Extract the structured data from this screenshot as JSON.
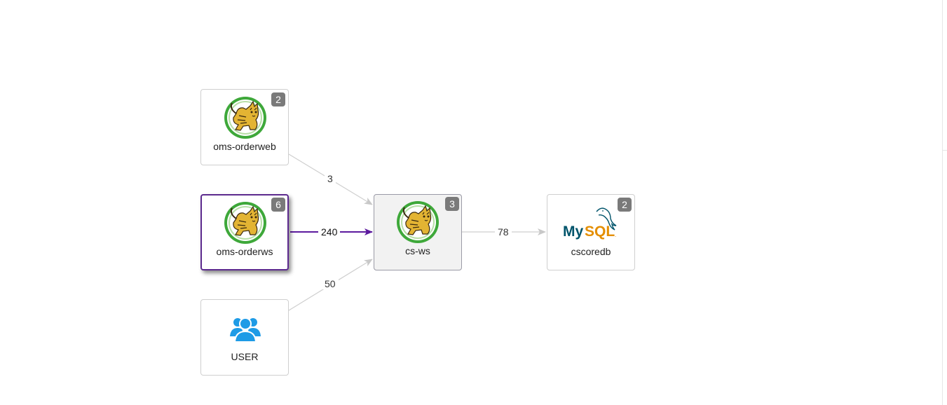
{
  "nodes": {
    "oms_orderweb": {
      "label": "oms-orderweb",
      "count": "2",
      "icon": "tomcat-icon"
    },
    "oms_orderws": {
      "label": "oms-orderws",
      "count": "6",
      "icon": "tomcat-icon"
    },
    "user": {
      "label": "USER",
      "icon": "users-icon"
    },
    "cs_ws": {
      "label": "cs-ws",
      "count": "3",
      "icon": "tomcat-icon"
    },
    "cscoredb": {
      "label": "cscoredb",
      "count": "2",
      "icon": "mysql-icon",
      "logo_text": "MySQL"
    }
  },
  "edges": {
    "orderweb_to_csws": {
      "value": "3"
    },
    "orderws_to_csws": {
      "value": "240"
    },
    "user_to_csws": {
      "value": "50"
    },
    "csws_to_cscoredb": {
      "value": "78"
    }
  },
  "colors": {
    "selected_border": "#5c2a8e",
    "badge": "#7a7a7a",
    "edge_default": "#cfcfcf",
    "edge_selected": "#5c1a9e",
    "user_icon": "#1e9be6",
    "mysql_blue": "#00546b",
    "mysql_orange": "#e48e00"
  }
}
